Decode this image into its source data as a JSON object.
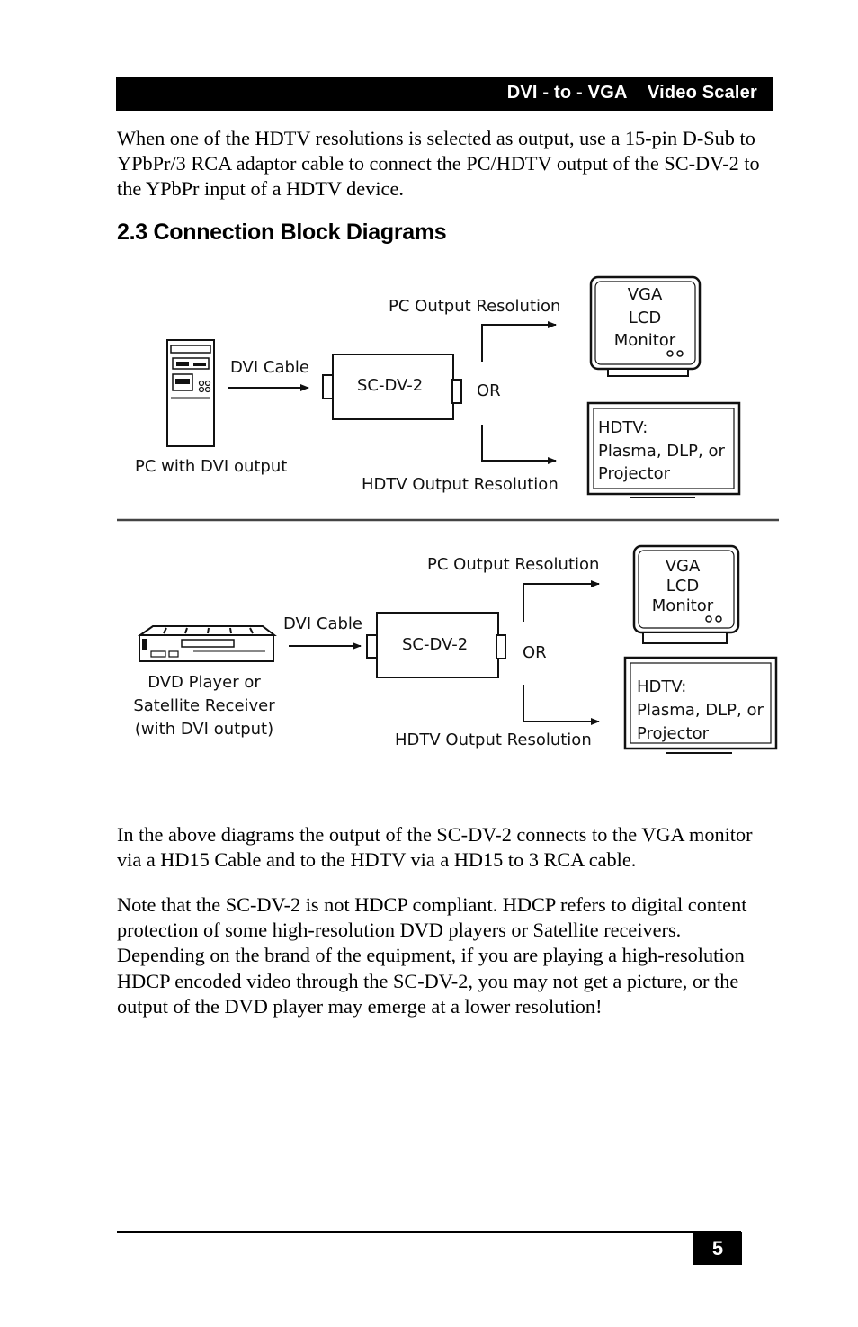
{
  "header": {
    "title": "DVI - to - VGA    Video Scaler"
  },
  "intro_paragraph": "When one of the HDTV resolutions is selected as output, use a 15-pin D-Sub to YPbPr/3 RCA adaptor cable to connect the PC/HDTV output of the SC-DV-2 to the YPbPr input of a HDTV device.",
  "section_heading": "2.3 Connection Block Diagrams",
  "diagram_top": {
    "source_label": "PC with DVI output",
    "cable_label": "DVI Cable",
    "device_label": "SC-DV-2",
    "or_label": "OR",
    "pc_output_label": "PC Output Resolution",
    "hdtv_output_label": "HDTV Output Resolution",
    "monitor_lines": [
      "VGA",
      "LCD",
      "Monitor"
    ],
    "hdtv_lines": [
      "HDTV:",
      "Plasma, DLP, or",
      "Projector"
    ]
  },
  "diagram_bottom": {
    "source_lines": [
      "DVD Player or",
      "Satellite Receiver",
      "(with DVI output)"
    ],
    "cable_label": "DVI Cable",
    "device_label": "SC-DV-2",
    "or_label": "OR",
    "pc_output_label": "PC Output Resolution",
    "hdtv_output_label": "HDTV Output Resolution",
    "monitor_lines": [
      "VGA",
      "LCD",
      "Monitor"
    ],
    "hdtv_lines": [
      "HDTV:",
      "Plasma, DLP, or",
      "Projector"
    ]
  },
  "paragraph_2": "In the above diagrams the output of the SC-DV-2 connects to the VGA monitor via a HD15 Cable and to the HDTV via a HD15 to 3 RCA cable.",
  "paragraph_3": "Note that the SC-DV-2 is not HDCP compliant. HDCP refers to digital content protection of some high-resolution DVD players or Satellite receivers. Depending on the brand of the equipment, if you are playing a high-resolution HDCP encoded video through the SC-DV-2, you may not get a picture, or the output of the DVD player may emerge at a lower resolution!",
  "footer": {
    "page_number": "5"
  }
}
